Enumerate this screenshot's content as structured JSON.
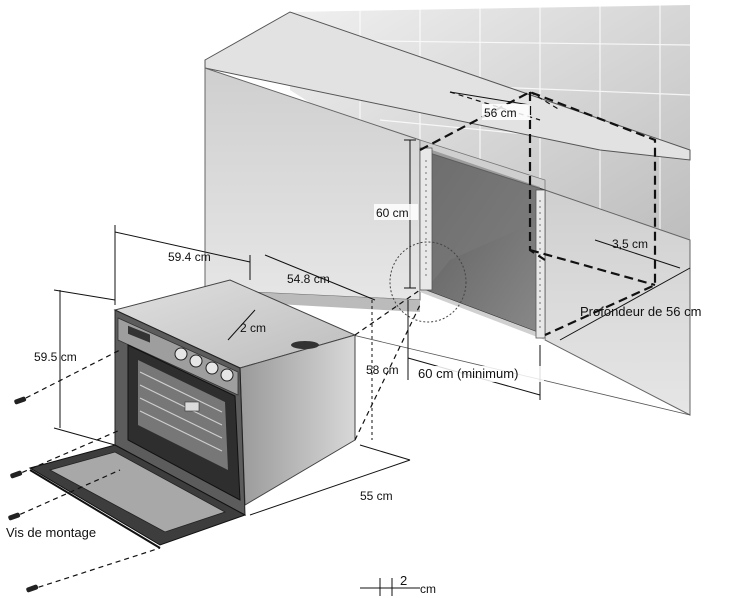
{
  "labels": {
    "cabinet_width": "56 cm",
    "cabinet_height": "60 cm",
    "rear_gap": "3,5 cm",
    "depth": "Profondeur de 56 cm",
    "opening_width": "60 cm (minimum)",
    "oven_height_total": "58 cm",
    "oven_width": "59.4 cm",
    "oven_depth": "54.8 cm",
    "front_height": "59.5 cm",
    "front_offset": "2 cm",
    "bottom_depth": "55 cm",
    "screws": "Vis de montage",
    "bottom_gap_num": "2",
    "bottom_gap_unit": "cm"
  },
  "colors": {
    "tile": "#d9d9d9",
    "wall": "#c8c8c8",
    "cabinet_face": "#d4d4d4",
    "cavity": "#6e6e6e",
    "oven_body": "#bdbdbd",
    "oven_dark": "#3a3a3a"
  }
}
